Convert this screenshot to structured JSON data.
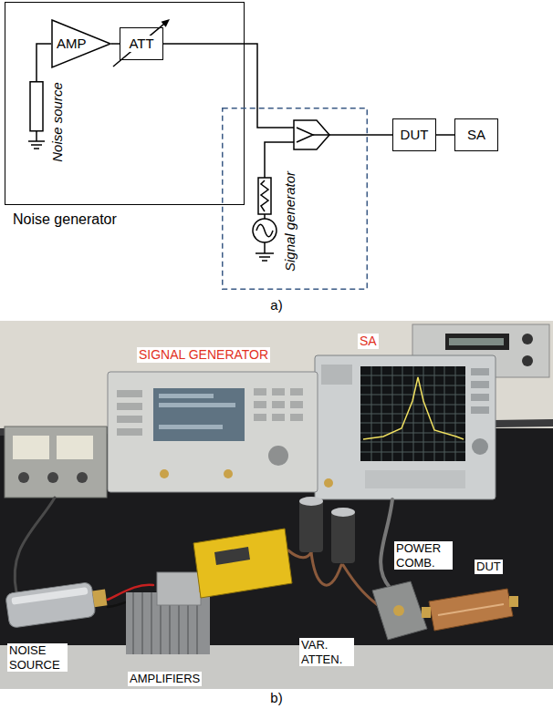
{
  "diagram": {
    "nodes": [
      {
        "text": [
          "Noise generator"
        ]
      },
      {
        "text": [
          "AMP"
        ],
        "in": 0
      },
      {
        "text": [
          "ATT"
        ],
        "in": 0
      },
      {
        "text": [
          "Noise source"
        ],
        "in": 0
      },
      {
        "text": [
          "Signal generator"
        ]
      },
      {
        "text": [
          "DUT"
        ]
      },
      {
        "text": [
          "SA"
        ]
      }
    ],
    "edges": [
      {
        "from": 3,
        "to": 1,
        "arrow": "none"
      },
      {
        "from": 1,
        "to": 2,
        "arrow": "none"
      },
      {
        "from": 2,
        "to": 4,
        "arrow": "none"
      },
      {
        "from": 4,
        "to": 5,
        "arrow": "none"
      },
      {
        "from": 5,
        "to": 6,
        "arrow": "none"
      }
    ],
    "labels": [
      "a)",
      "SIGNAL GENERATOR",
      "SA",
      "NOISE SOURCE",
      "AMPLIFIERS",
      "VAR. ATTEN.",
      "POWER COMB.",
      "DUT",
      "b)"
    ]
  }
}
